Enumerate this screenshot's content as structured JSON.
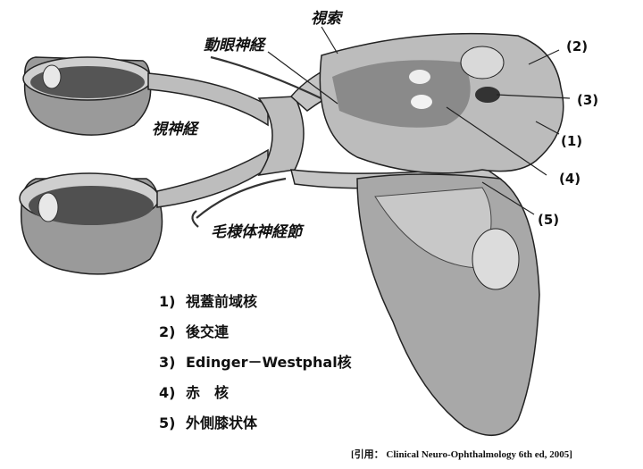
{
  "labels": {
    "optic_tract": "視索",
    "oculomotor_nerve": "動眼神経",
    "optic_nerve": "視神経",
    "ciliary_ganglion": "毛様体神経節"
  },
  "markers": [
    "(1)",
    "(2)",
    "(3)",
    "(4)",
    "(5)"
  ],
  "legend": [
    {
      "num": "1)",
      "text": "視蓋前域核"
    },
    {
      "num": "2)",
      "text": "後交連"
    },
    {
      "num": "3)",
      "text": "Edinger－Westphal核"
    },
    {
      "num": "4)",
      "text": "赤　核"
    },
    {
      "num": "5)",
      "text": "外側膝状体"
    }
  ],
  "citation": "[引用： Clinical Neuro-Ophthalmology 6th ed, 2005]"
}
